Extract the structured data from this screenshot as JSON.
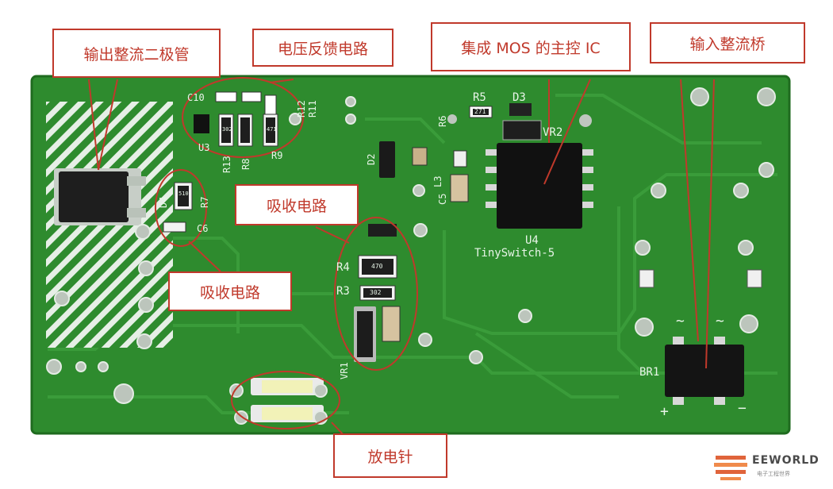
{
  "callouts": {
    "output_diode": "输出整流二极管",
    "feedback": "电压反馈电路",
    "mos_ic": "集成 MOS 的主控 IC",
    "input_bridge": "输入整流桥",
    "snubber_1": "吸收电路",
    "snubber_2": "吸收电路",
    "spark_gap": "放电针"
  },
  "silkscreen": {
    "c10": "C10",
    "r12": "R12",
    "r11": "R11",
    "u3": "U3",
    "r13": "R13",
    "r8": "R8",
    "r9": "R9",
    "r6": "R6",
    "r5": "R5",
    "d3": "D3",
    "vr2": "VR2",
    "d2": "D2",
    "l3": "L3",
    "c5": "C5",
    "d4": "D4",
    "r7": "R7",
    "c6": "C6",
    "u4": "U4",
    "tinyswitch": "TinySwitch-5",
    "r4": "R4",
    "r3": "R3",
    "vr1": "VR1",
    "br1": "BR1",
    "plus": "+",
    "minus": "−",
    "ac1": "~",
    "ac2": "~",
    "chip_r5": "271",
    "chip_r4": "470",
    "chip_r3": "302",
    "chip_r7": "510",
    "chip_r13": "302",
    "chip_r9": "471"
  },
  "logo": {
    "name": "EEWORLD",
    "subtitle": "电子工程世界"
  },
  "colors": {
    "board": "#2e8b2e",
    "board_dark": "#237423",
    "trace": "#3a9c3a",
    "callout": "#c0392b",
    "silk": "#e8f5e8"
  }
}
